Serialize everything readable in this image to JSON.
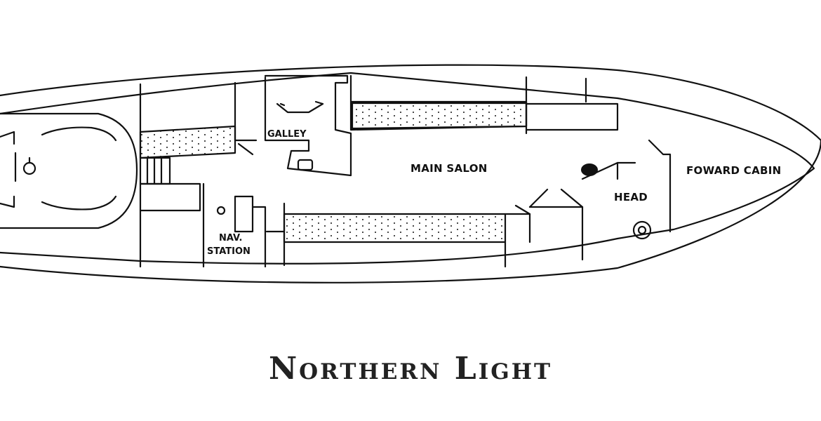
{
  "diagram": {
    "labels": {
      "galley": "GALLEY",
      "main_salon": "MAIN SALON",
      "foward_cabin": "FOWARD CABIN",
      "head": "HEAD",
      "nav_line1": "NAV.",
      "nav_line2": "STATION"
    },
    "boat_name": "Northern Light"
  },
  "colors": {
    "ink": "#111111",
    "background": "#ffffff"
  }
}
